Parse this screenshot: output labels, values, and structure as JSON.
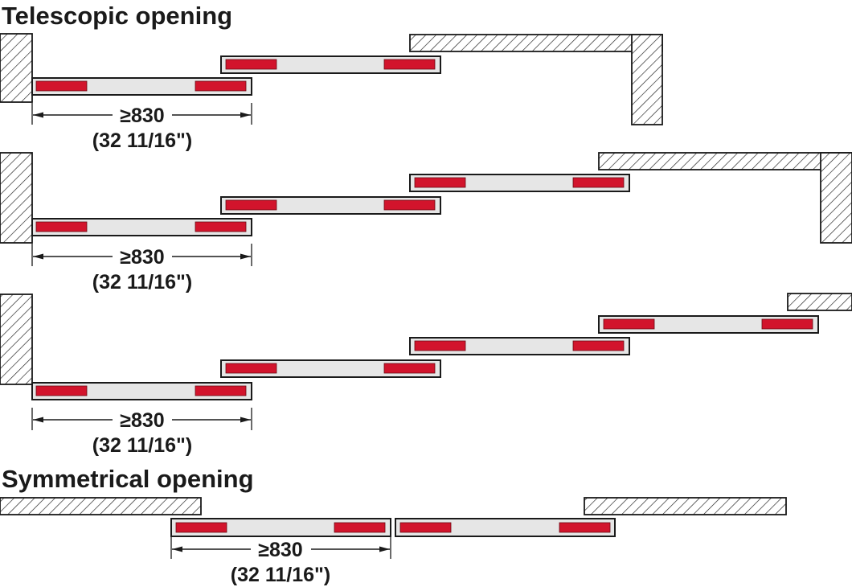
{
  "titles": {
    "telescopic": "Telescopic opening",
    "symmetrical": "Symmetrical opening"
  },
  "dimension": {
    "metric": "≥830",
    "imperial": "(32 11/16\")"
  },
  "colors": {
    "door_fill": "#e6e6e6",
    "outline": "#1a1a1a",
    "magnet": "#d2142c",
    "hatch": "#1a1a1a"
  },
  "diagrams": [
    {
      "type": "telescopic",
      "doors": 2
    },
    {
      "type": "telescopic",
      "doors": 3
    },
    {
      "type": "telescopic",
      "doors": 4
    },
    {
      "type": "symmetrical",
      "doors": 2
    }
  ]
}
